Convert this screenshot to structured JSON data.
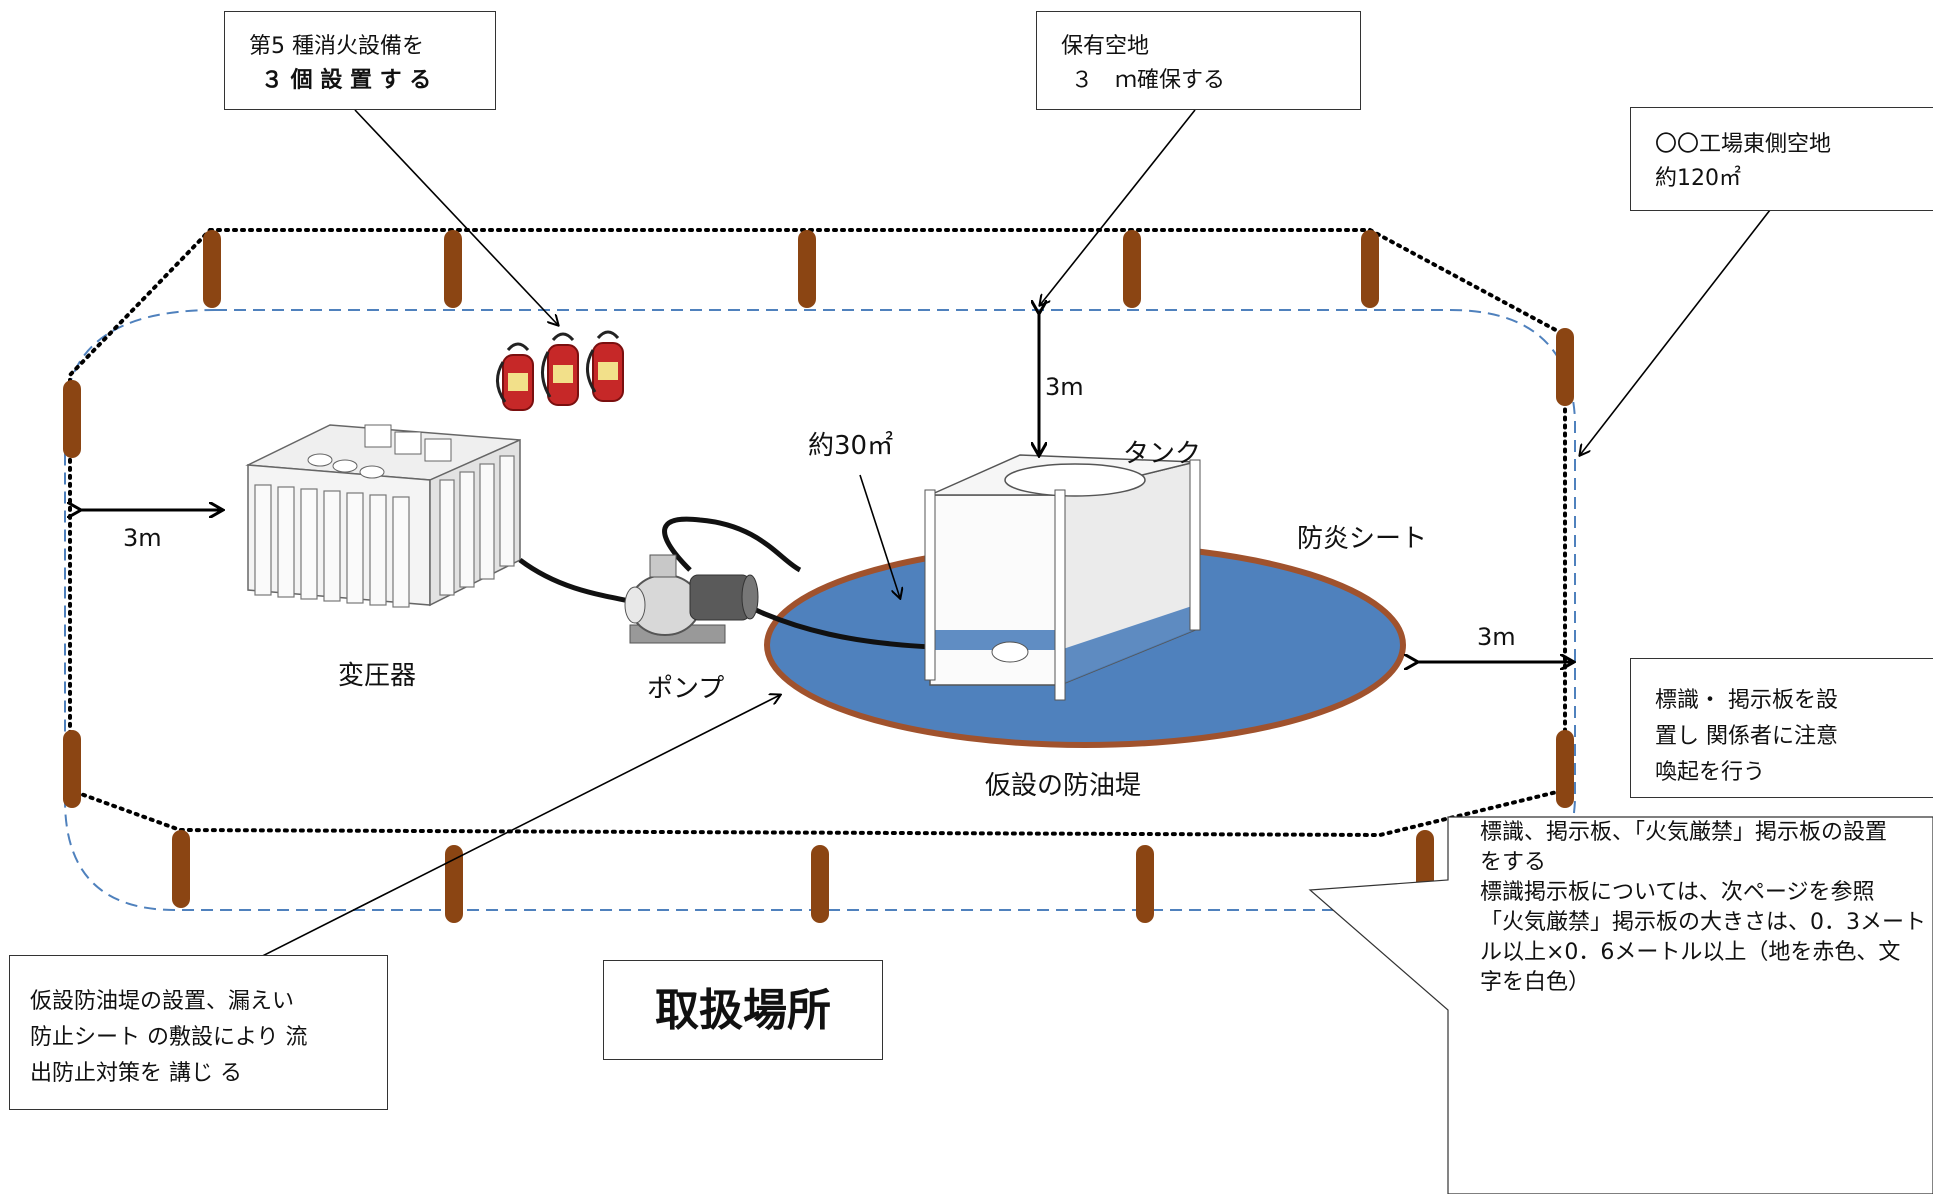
{
  "callouts": {
    "extinguisher": {
      "line1": "第5 種消火設備を",
      "line2": "３ 個 設 置 す る"
    },
    "clearance": {
      "line1": "保有空地",
      "line2": "３　ｍ確保する"
    },
    "site": {
      "line1": "〇〇工場東側空地",
      "line2": "約120㎡"
    },
    "signage": {
      "line1": "標識・ 掲示板を設",
      "line2": "置し 関係者に注意",
      "line3": "喚起を行う"
    },
    "outflow": {
      "line1": "仮設防油堤の設置、漏えい",
      "line2": "防止シート の敷設により 流",
      "line3": "出防止対策を 講じ る"
    },
    "note": {
      "lines": [
        "標識、掲示板、「火気厳禁」掲示板の設置",
        "をする",
        "標識掲示板については、次ページを参照",
        "「火気厳禁」掲示板の大きさは、0．3メート",
        "ル以上×0．6メートル以上（地を赤色、文",
        "字を白色）"
      ]
    }
  },
  "labels": {
    "title": "取扱場所",
    "transformer": "変圧器",
    "pump": "ポンプ",
    "tank": "タンク",
    "fire_sheet": "防炎シート",
    "dike": "仮設の防油堤",
    "area": "約30㎡",
    "dist_left": "3m",
    "dist_top": "3m",
    "dist_right": "3m"
  },
  "colors": {
    "post": "#8b4513",
    "dike_fill": "#4f81bd",
    "dike_rim": "#a0522d",
    "dashed_boundary": "#4f81bd",
    "extinguisher": "#c62828"
  }
}
